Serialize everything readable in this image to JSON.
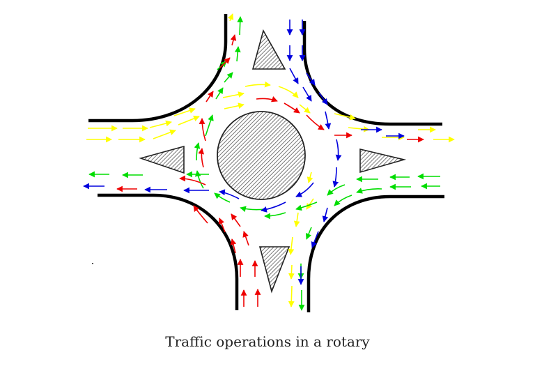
{
  "caption": "Traffic operations in a rotary",
  "colors": {
    "yellow": "#ffff00",
    "green": "#00dd00",
    "red": "#ee0000",
    "blue": "#0000dd",
    "road_edge": "#000000",
    "island_hatch": "#555555"
  },
  "legend_semantics": {
    "yellow": "traffic entering from west / exiting east and north",
    "green": "traffic entering from east / exiting west and north",
    "red": "traffic entering from south / exiting west, east and north",
    "blue": "traffic entering from north / exiting west, east and south"
  },
  "elements": {
    "central_island": "circular rotary island (hatched)",
    "splitter_islands": [
      "north",
      "west",
      "east",
      "south"
    ],
    "approaches": [
      "north",
      "west",
      "east",
      "south"
    ]
  }
}
